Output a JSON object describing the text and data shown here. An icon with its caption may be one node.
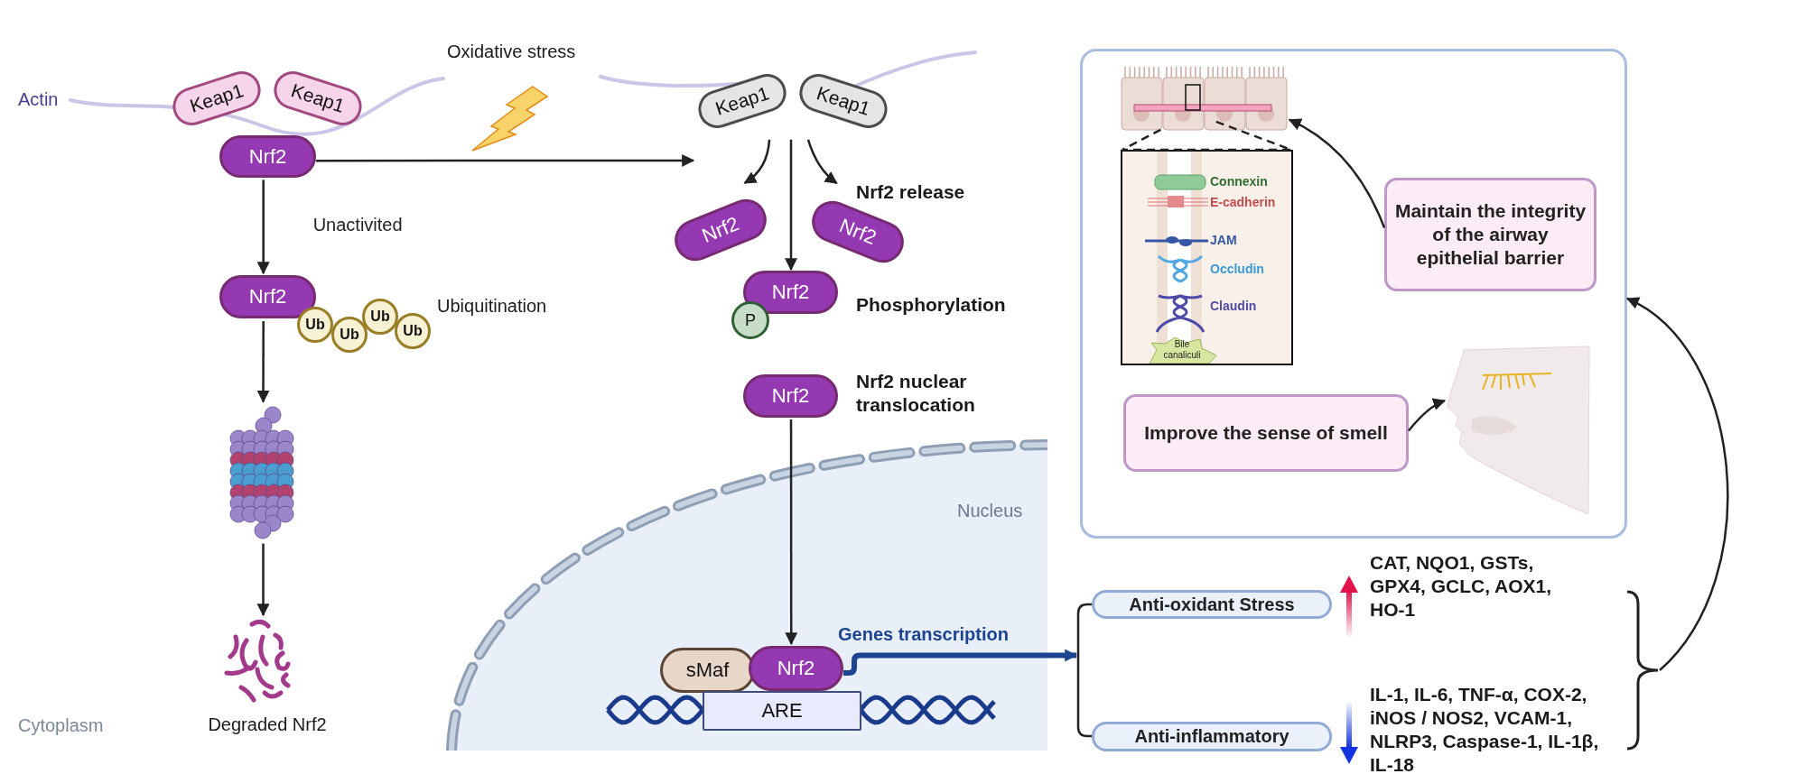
{
  "diagram": {
    "nodes": [
      {
        "text": [
          "Keap1"
        ]
      },
      {
        "text": [
          "Keap1"
        ]
      },
      {
        "text": [
          "Nrf2"
        ]
      },
      {
        "text": [
          "Keap1"
        ]
      },
      {
        "text": [
          "Keap1"
        ]
      },
      {
        "text": [
          "Nrf2"
        ]
      },
      {
        "text": [
          "Nrf2"
        ]
      },
      {
        "text": [
          "Nrf2"
        ]
      },
      {
        "text": [
          "P"
        ]
      },
      {
        "text": [
          "Nrf2"
        ]
      },
      {
        "text": [
          "Ub"
        ]
      },
      {
        "text": [
          "Ub"
        ]
      },
      {
        "text": [
          "Ub"
        ]
      },
      {
        "text": [
          "Ub"
        ]
      },
      {
        "text": [],
        "shape": "picture"
      },
      {
        "text": [
          "Degraded Nrf2"
        ]
      },
      {
        "text": [
          "Nrf2"
        ]
      },
      {
        "text": [
          "Nucleus"
        ]
      },
      {
        "text": [
          "sMaf"
        ],
        "in": 17
      },
      {
        "text": [
          "Nrf2"
        ],
        "in": 17
      },
      {
        "text": [
          "ARE"
        ],
        "in": 17
      },
      {
        "text": [],
        "shape": "box"
      },
      {
        "text": [],
        "shape": "picture",
        "in": 21
      },
      {
        "text": [
          "Connexin",
          "E-cadherin",
          "JAM",
          "Occludin",
          "Claudin"
        ],
        "in": 21
      },
      {
        "text": [
          "Bile canaliculi"
        ],
        "in": 23
      },
      {
        "text": [
          "Maintain the integrity of the airway epithelial barrier"
        ],
        "in": 21
      },
      {
        "text": [
          "Improve the sense of smell"
        ],
        "in": 21
      },
      {
        "text": [],
        "shape": "picture",
        "in": 21
      },
      {
        "text": [
          "Anti-oxidant Stress"
        ]
      },
      {
        "text": [
          "Anti-inflammatory"
        ]
      },
      {
        "text": [],
        "shape": "brace"
      },
      {
        "text": [],
        "shape": "bracket"
      }
    ],
    "edges": [
      {
        "from": 2,
        "to": 3,
        "arrow": "to"
      },
      {
        "from": 3,
        "to": 5,
        "arrow": "to"
      },
      {
        "from": 3,
        "to": 7,
        "arrow": "to"
      },
      {
        "from": 4,
        "to": 6,
        "arrow": "to"
      },
      {
        "from": 2,
        "to": 9,
        "arrow": "to",
        "label": "Unactivited"
      },
      {
        "from": 9,
        "to": 14,
        "arrow": "to"
      },
      {
        "from": 14,
        "to": 15,
        "arrow": "to"
      },
      {
        "from": 16,
        "to": 19,
        "arrow": "to"
      },
      {
        "from": 19,
        "to": 31,
        "arrow": "to",
        "label": "Genes transcription",
        "style": "thick",
        "color": "#1d4491"
      },
      {
        "from": 30,
        "to": 21,
        "arrow": "to"
      },
      {
        "from": 25,
        "to": 22,
        "arrow": "to"
      },
      {
        "from": 26,
        "to": 27,
        "arrow": "to"
      },
      {
        "from": 22,
        "to": 23,
        "arrow": "none",
        "style": "dashed"
      }
    ],
    "labels": [
      "Actin",
      "Oxidative stress",
      "Nrf2 release",
      "Phosphorylation",
      "Nrf2 nuclear translocation",
      "Ubiquitination",
      "Cytoplasm",
      "CAT, NQO1, GSTs, GPX4, GCLC, AOX1, HO-1",
      "IL-1, IL-6, TNF-α, COX-2, iNOS / NOS2, VCAM-1, NLRP3, Caspase-1, IL-1β, IL-18"
    ]
  }
}
